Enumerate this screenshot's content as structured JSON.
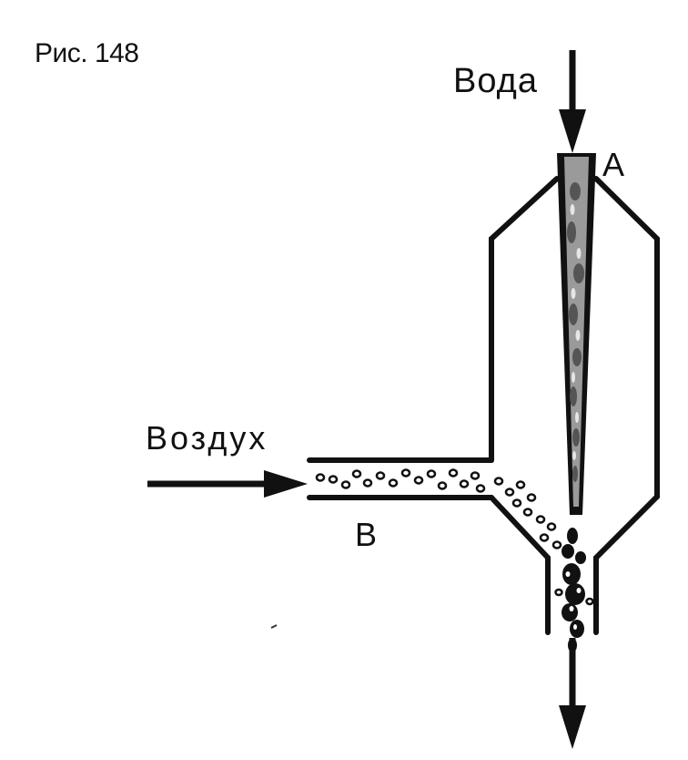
{
  "figure": {
    "caption": "Рис. 148"
  },
  "labels": {
    "water_inlet": "Вода",
    "point_a": "А",
    "air_inlet": "Воздух",
    "point_b": "В"
  },
  "colors": {
    "ink": "#111111",
    "background": "#ffffff",
    "water_stream": "#8a8a8a"
  }
}
